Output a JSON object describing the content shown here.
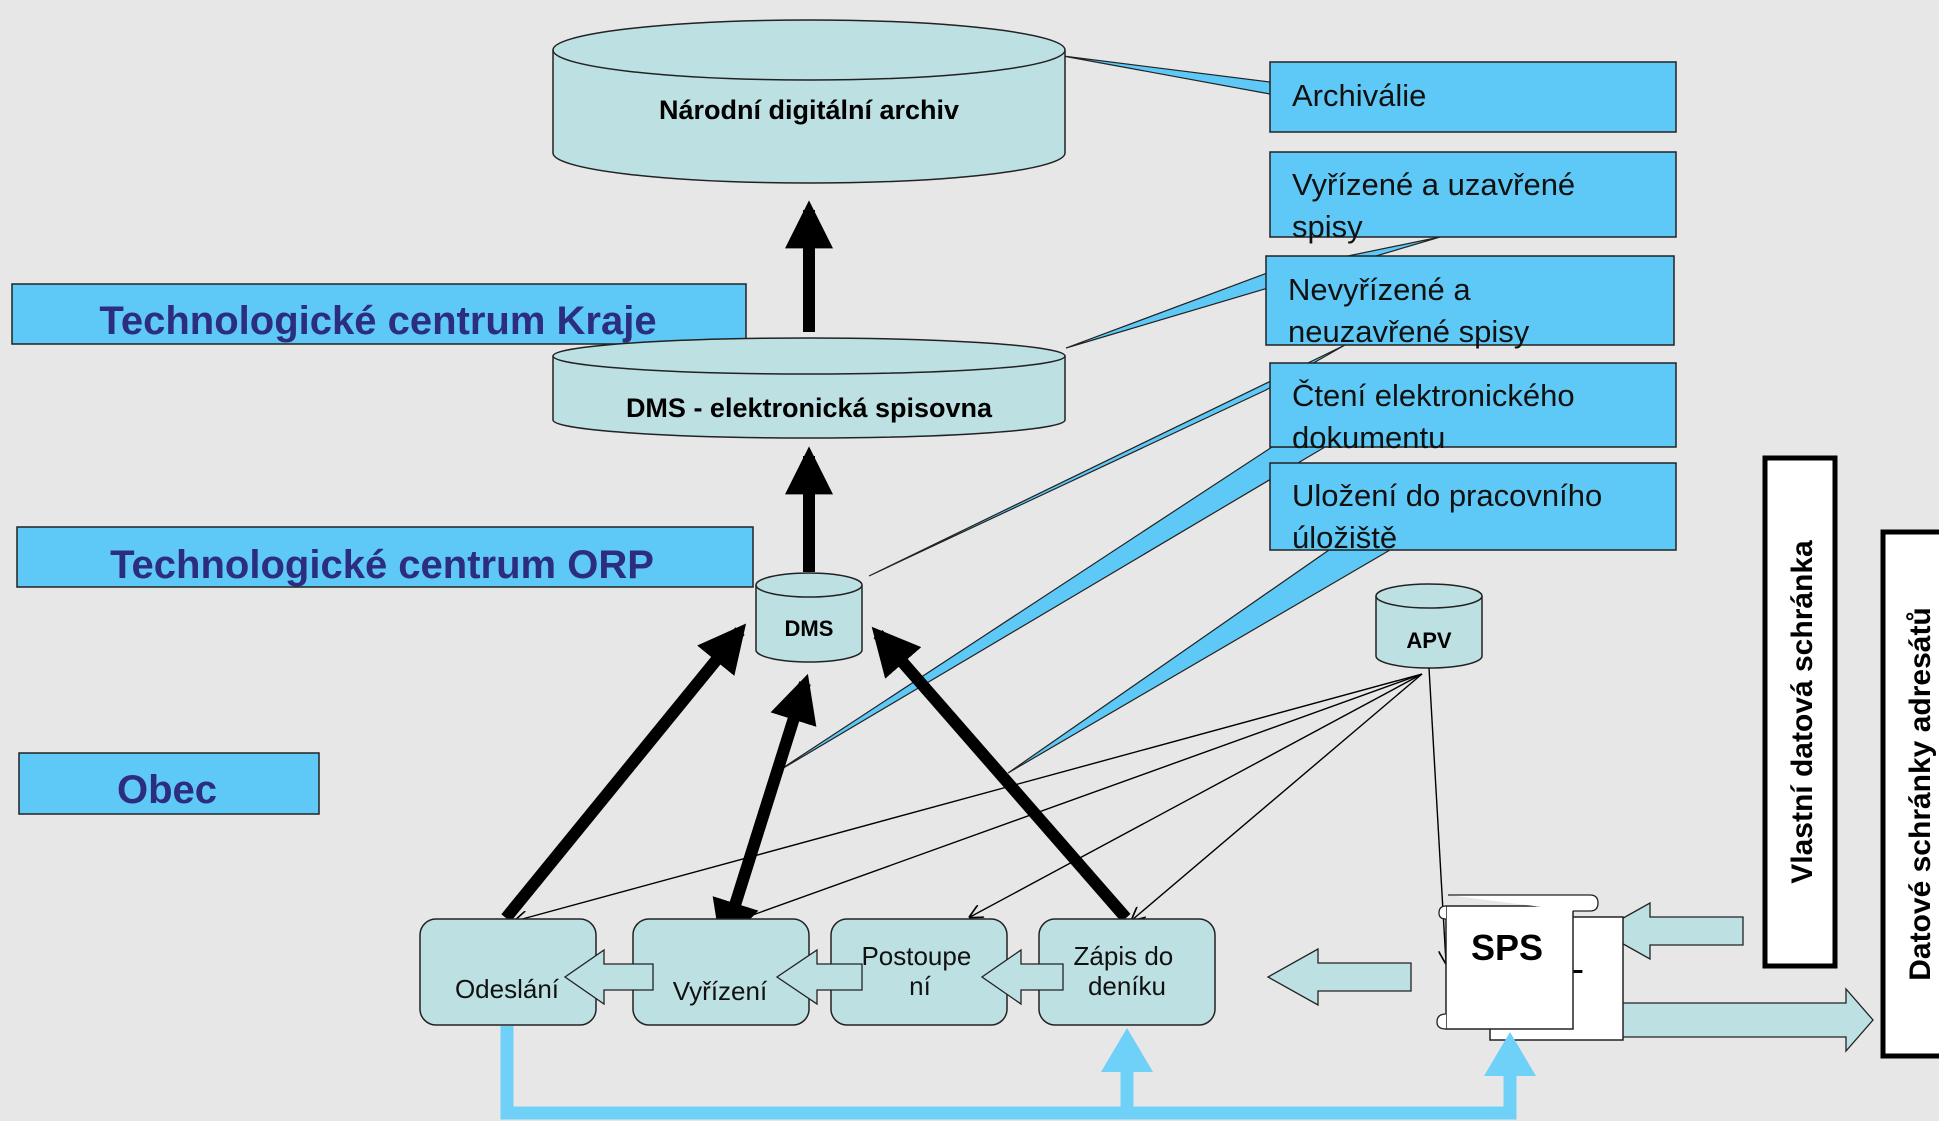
{
  "colors": {
    "background": "#e7e7e7",
    "node_fill": "#bde0e3",
    "callout_fill": "#5ec9f6",
    "band_text": "#2d2d7e",
    "flow_arrow": "#6fd0f8",
    "black_arrow": "#000000"
  },
  "databases": {
    "nda": "Národní  digitální archiv",
    "dms_spisovna": "DMS - elektronická spisovna",
    "dms": "DMS",
    "apv": "APV"
  },
  "bands": {
    "kraj": "Technologické centrum Kraje",
    "orp": "Technologické centrum ORP",
    "obec": "Obec"
  },
  "callouts": {
    "archivalie": [
      "Archiválie"
    ],
    "vyrizene": [
      "Vyřízené a uzavřené",
      "spisy"
    ],
    "nevyrizene": [
      "Nevyřízené a",
      "neuzavřené spisy"
    ],
    "cteni": [
      "Čtení elektronického",
      "dokumentu"
    ],
    "ulozeni": [
      "Uložení  do pracovního",
      "úložiště"
    ]
  },
  "process": {
    "odeslani": [
      "Odeslání"
    ],
    "vyrizeni": [
      "Vyřízení"
    ],
    "postoupeni": [
      "Postoupe",
      "ní"
    ],
    "zapis": [
      "Zápis do",
      "deníku"
    ]
  },
  "documents": {
    "sps": "SPS",
    "back_partial": "SL"
  },
  "vertical_labels": {
    "vlastni": "Vlastní datová schránka",
    "adresatu": "Datové schránky adresátů"
  }
}
